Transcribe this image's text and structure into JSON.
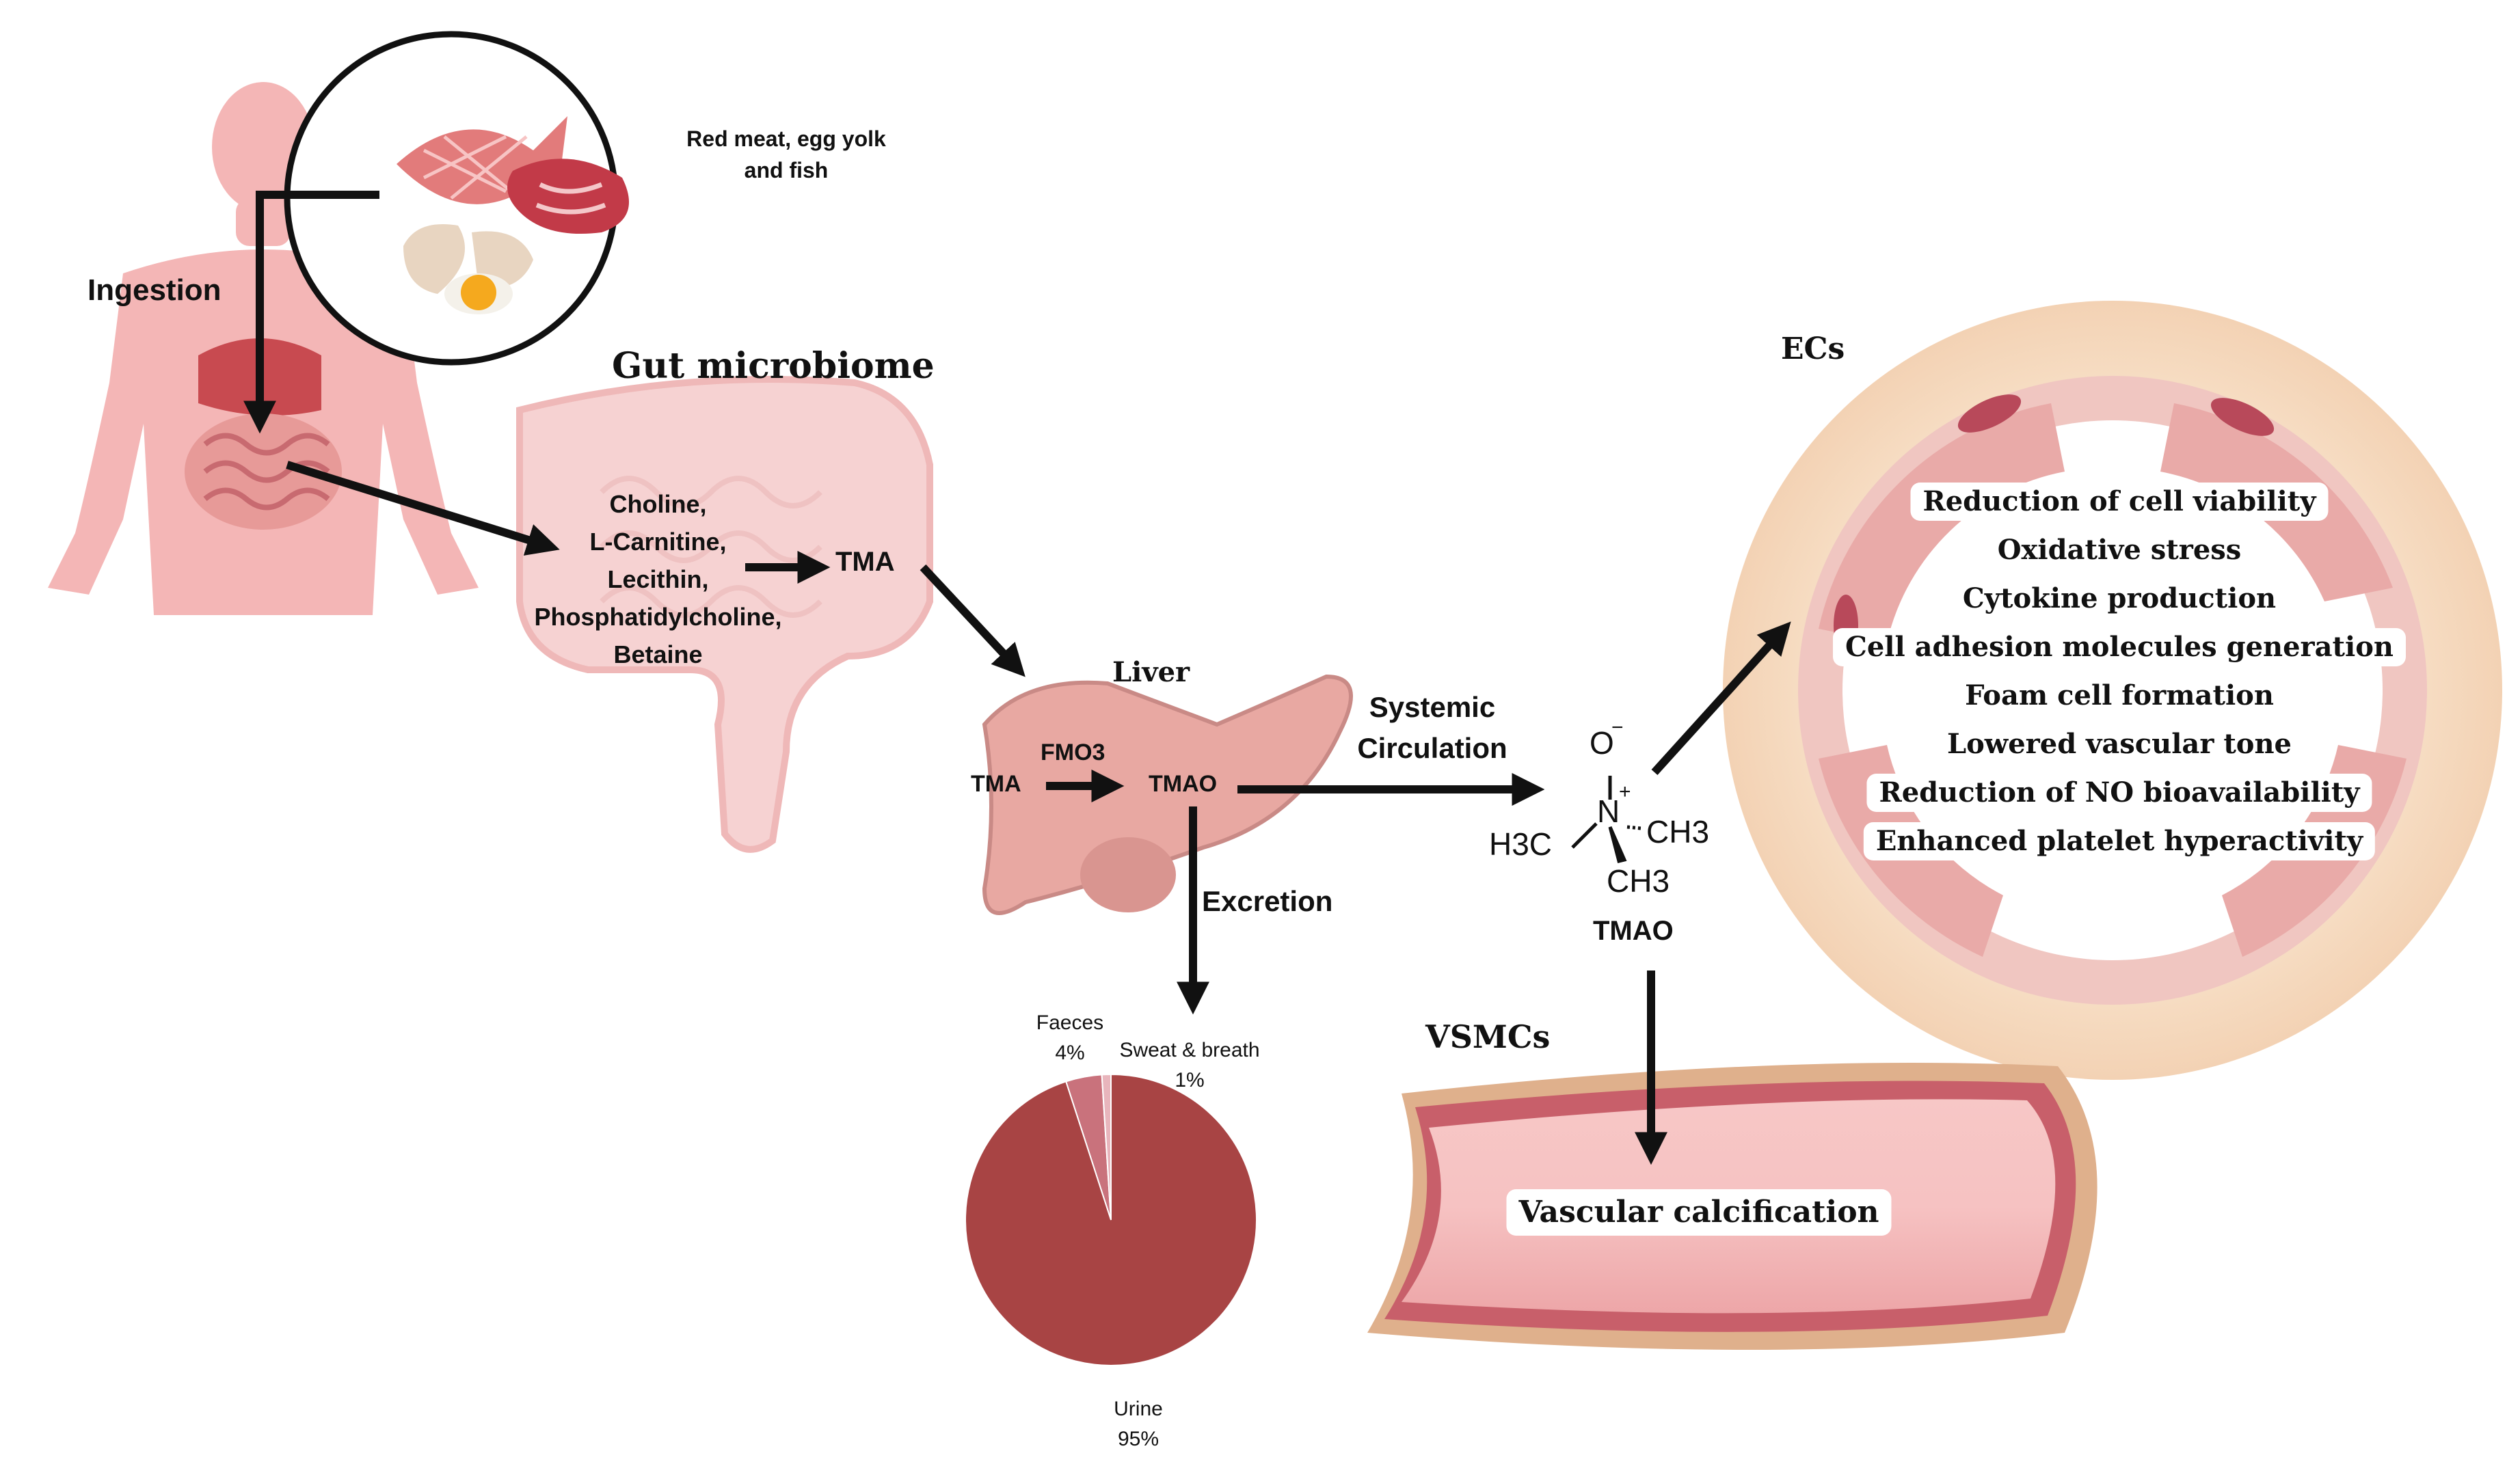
{
  "food": {
    "label": "Red meat, egg yolk and fish",
    "icons": [
      "fish-icon",
      "steak-icon",
      "egg-icon"
    ]
  },
  "steps": {
    "ingestion": "Ingestion",
    "gut_microbiome": "Gut microbiome",
    "precursors": [
      "Choline,",
      "L-Carnitine,",
      "Lecithin,",
      "Phosphatidylcholine,",
      "Betaine"
    ],
    "tma_gut": "TMA",
    "liver": "Liver",
    "liver_tma": "TMA",
    "enzyme": "FMO3",
    "liver_tmao": "TMAO",
    "systemic_circulation": [
      "Systemic",
      "Circulation"
    ],
    "excretion": "Excretion"
  },
  "molecule": {
    "name": "TMAO",
    "oxygen": "O",
    "oxygen_charge": "−",
    "nitrogen": "N",
    "nitrogen_charge": "+",
    "left_group": "H3C",
    "right_group": "CH3",
    "bottom_group": "CH3"
  },
  "ecs": {
    "title": "ECs",
    "effects": [
      "Reduction of cell viability",
      "Oxidative stress",
      "Cytokine production",
      "Cell adhesion molecules generation",
      "Foam cell formation",
      "Lowered vascular tone",
      "Reduction of NO bioavailability",
      "Enhanced platelet hyperactivity"
    ]
  },
  "vsmcs": {
    "title": "VSMCs",
    "effect": "Vascular calcification"
  },
  "chart_data": {
    "type": "pie",
    "title": "",
    "slices": [
      {
        "name": "Urine",
        "value": 95,
        "label": "95%",
        "color": "#a84444"
      },
      {
        "name": "Faeces",
        "value": 4,
        "label": "4%",
        "color": "#c9727c"
      },
      {
        "name": "Sweat & breath",
        "value": 1,
        "label": "1%",
        "color": "#e8b5bc"
      }
    ]
  },
  "colors": {
    "body": "#f4b6b6",
    "organ": "#e79a98",
    "liver": "#e8a8a2",
    "pie_main": "#a84444",
    "ring": "#f6dcc0",
    "vessel_outer": "#d9a27a",
    "vessel_inner": "#f2b8b6"
  }
}
